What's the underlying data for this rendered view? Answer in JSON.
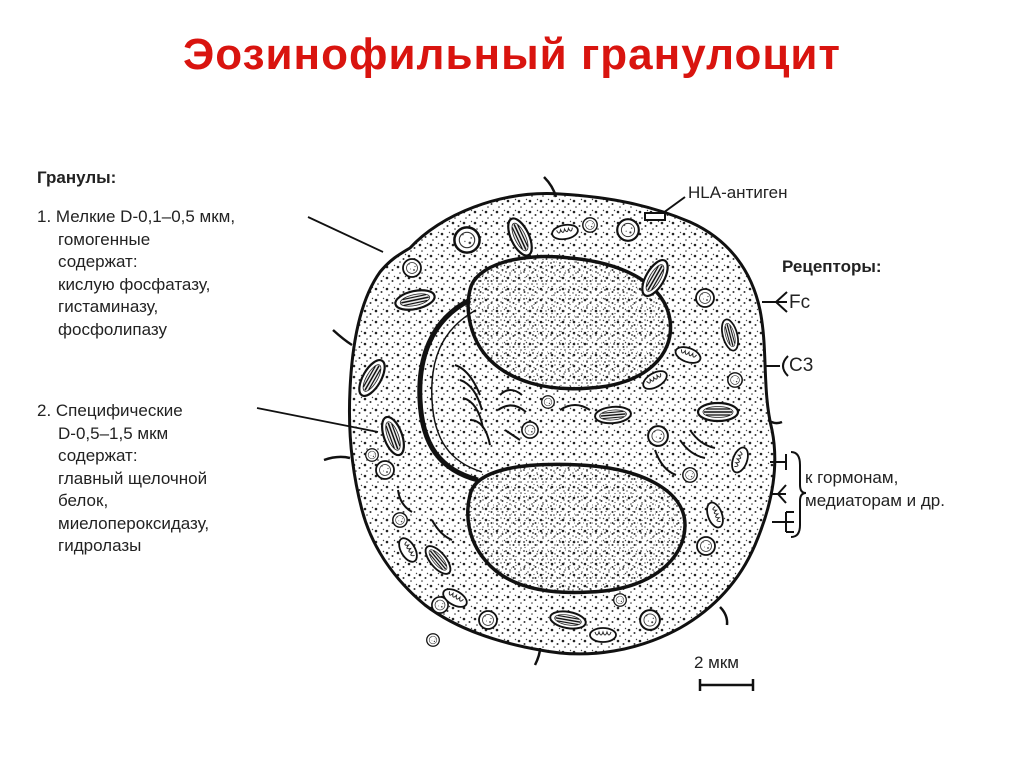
{
  "title": "Эозинофильный гранулоцит",
  "left": {
    "heading": "Гранулы:",
    "small": [
      "1. Мелкие D-0,1–0,5 мкм,",
      "гомогенные",
      "содержат:",
      "кислую фосфатазу,",
      "гистаминазу,",
      "фосфолипазу"
    ],
    "specific": [
      "2. Специфические",
      "D-0,5–1,5 мкм",
      "содержат:",
      "главный щелочной",
      "белок,",
      "миелопероксидазу,",
      "гидролазы"
    ]
  },
  "right": {
    "hla": "HLA-антиген",
    "receptors_heading": "Рецепторы:",
    "fc": "Fc",
    "c3": "C3",
    "hormones": [
      "к гормонам,",
      "медиаторам и др."
    ],
    "scale": "2 мкм"
  }
}
